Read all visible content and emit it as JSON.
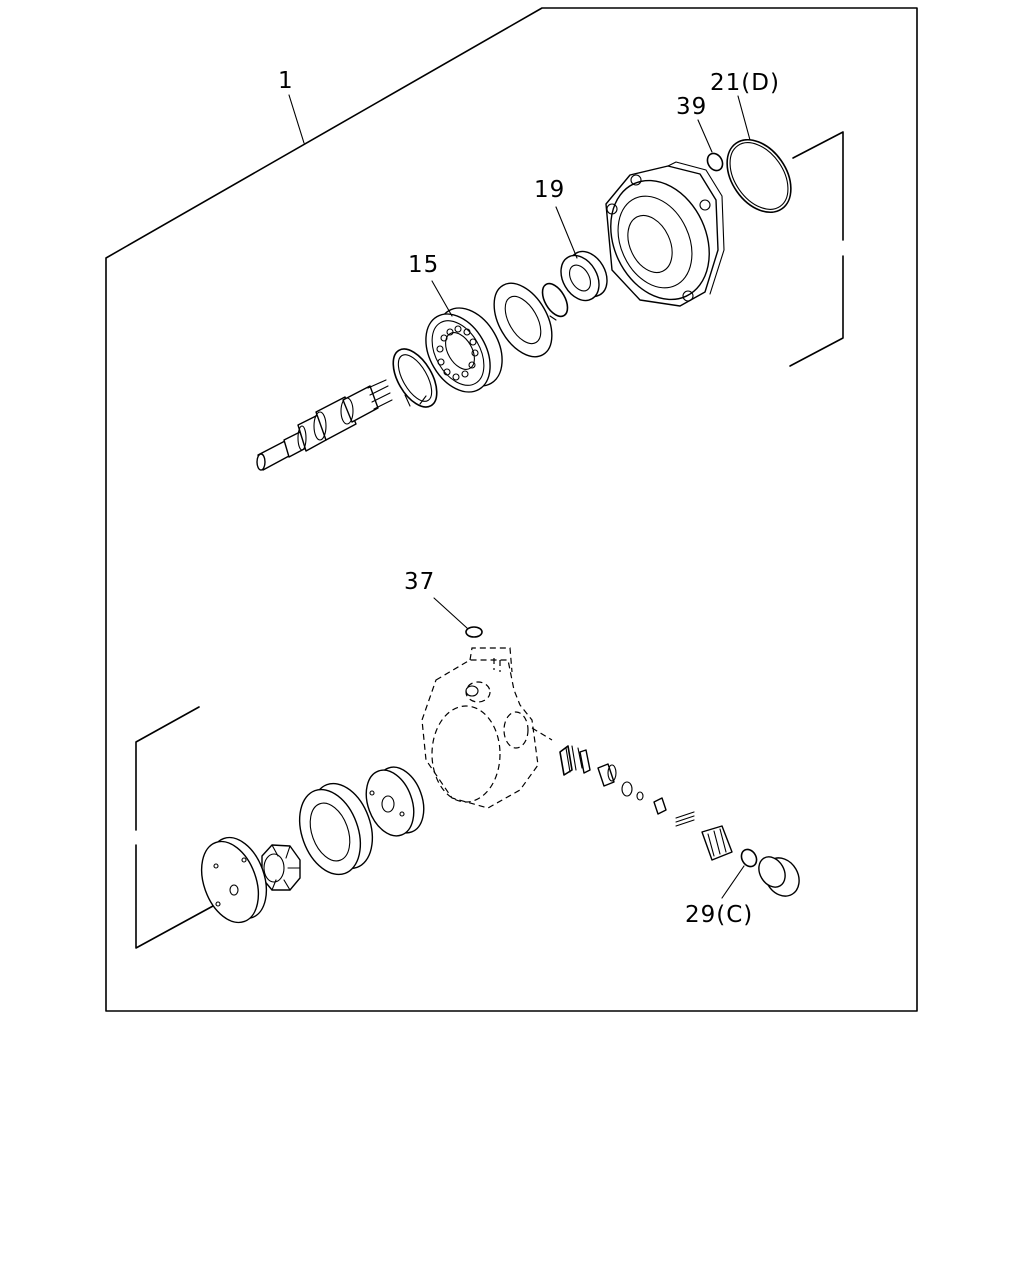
{
  "callouts": {
    "c1": "1",
    "c15": "15",
    "c19": "19",
    "c39": "39",
    "c21": "21(D)",
    "c37": "37",
    "c29": "29(C)"
  },
  "icons": {
    "shaft": "drive-shaft-icon",
    "bearing": "ball-bearing-icon",
    "housing": "pump-housing-icon",
    "body": "pump-body-icon"
  }
}
